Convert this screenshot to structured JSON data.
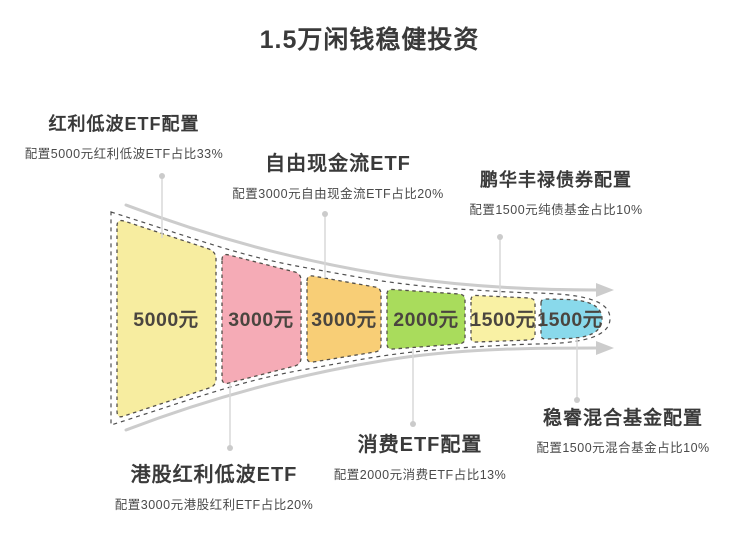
{
  "title": "1.5万闲钱稳健投资",
  "colors": {
    "background": "#ffffff",
    "title_text": "#3a3a3a",
    "label_text": "#3a3a3a",
    "sub_text": "#4a4a4a",
    "amount_text": "#4a453f",
    "dashed_border": "#54504a",
    "guide_arrow": "#cccccc",
    "leader_line": "#d8d8d8"
  },
  "chart_data": {
    "type": "funnel",
    "title": "1.5万闲钱稳健投资",
    "orientation": "horizontal-left-to-right",
    "total_value": 15000,
    "segments": [
      {
        "label": "红利低波ETF配置",
        "desc": "配置5000元红利低波ETF占比33%",
        "amount": "5000元",
        "value": 5000,
        "percent": "33%",
        "color": "#F7EDA0",
        "label_position": "top"
      },
      {
        "label": "港股红利低波ETF",
        "desc": "配置3000元港股红利ETF占比20%",
        "amount": "3000元",
        "value": 3000,
        "percent": "20%",
        "color": "#F5ABB6",
        "label_position": "bottom"
      },
      {
        "label": "自由现金流ETF",
        "desc": "配置3000元自由现金流ETF占比20%",
        "amount": "3000元",
        "value": 3000,
        "percent": "20%",
        "color": "#F8CE76",
        "label_position": "top"
      },
      {
        "label": "消费ETF配置",
        "desc": "配置2000元消费ETF占比13%",
        "amount": "2000元",
        "value": 2000,
        "percent": "13%",
        "color": "#A9DC5C",
        "label_position": "bottom"
      },
      {
        "label": "鹏华丰禄债券配置",
        "desc": "配置1500元纯债基金占比10%",
        "amount": "1500元",
        "value": 1500,
        "percent": "10%",
        "color": "#F9F1A4",
        "label_position": "top"
      },
      {
        "label": "稳睿混合基金配置",
        "desc": "配置1500元混合基金占比10%",
        "amount": "1500元",
        "value": 1500,
        "percent": "10%",
        "color": "#89D9EB",
        "label_position": "bottom"
      }
    ]
  }
}
